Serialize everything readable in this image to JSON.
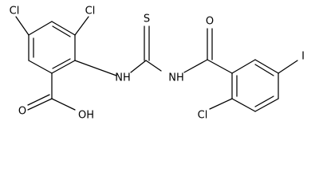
{
  "molecule": {
    "atoms": {
      "cl_top_left": "Cl",
      "cl_top_right": "Cl",
      "nh_left": "NH",
      "s": "S",
      "nh_right": "NH",
      "o_carbonyl": "O",
      "iodine": "I",
      "o_acid": "O",
      "oh": "OH",
      "cl_bottom": "Cl"
    }
  }
}
